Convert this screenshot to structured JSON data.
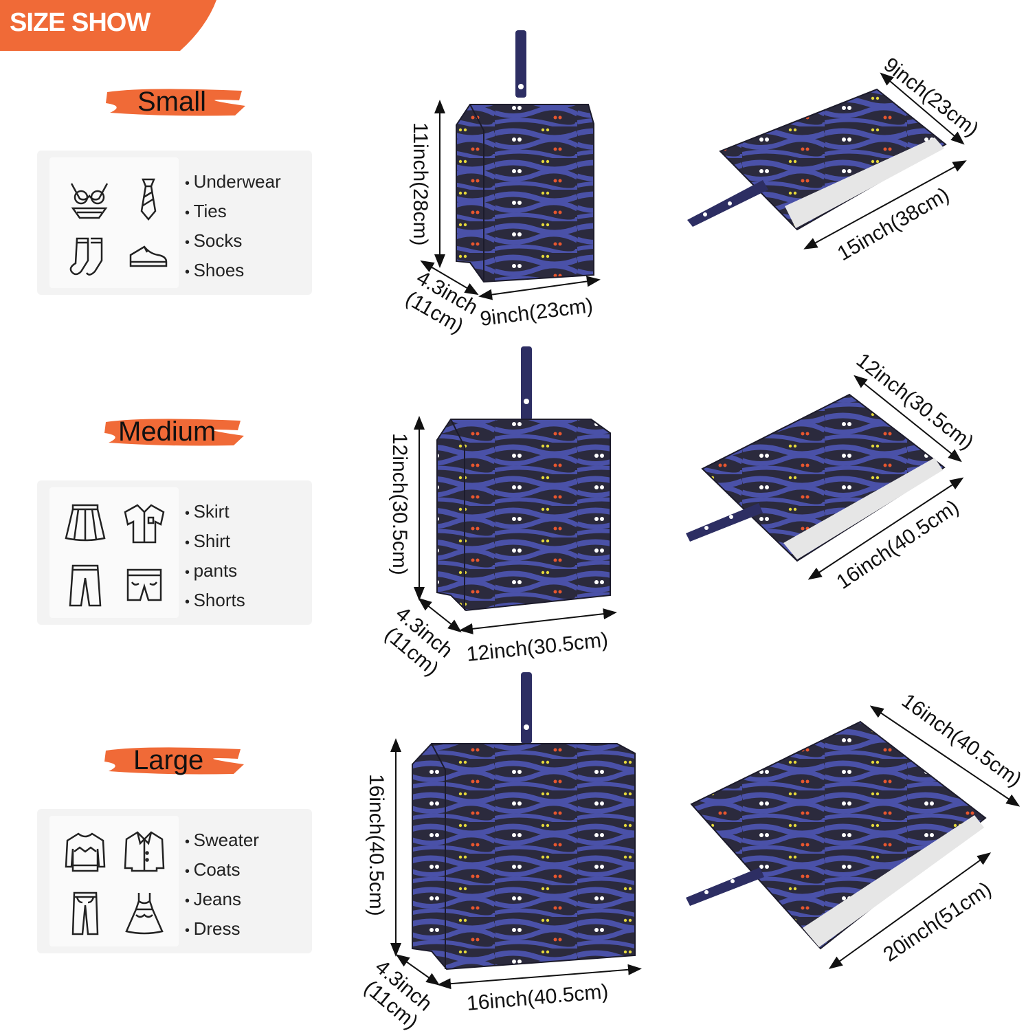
{
  "header": {
    "title": "SIZE SHOW"
  },
  "colors": {
    "accent": "#f06a37",
    "bag": "#2d2e63",
    "stripe": "#4950a6"
  },
  "sizes": [
    {
      "name": "Small",
      "items": [
        "Underwear",
        "Ties",
        "Socks",
        "Shoes"
      ],
      "icons": [
        "underwear-icon",
        "tie-icon",
        "socks-icon",
        "shoes-icon"
      ],
      "bag": {
        "height": "11inch(28cm)",
        "depth_1": "4.3inch",
        "depth_2": "(11cm)",
        "width": "9inch(23cm)"
      },
      "flat": {
        "top": "9inch(23cm)",
        "bottom": "15inch(38cm)"
      }
    },
    {
      "name": "Medium",
      "items": [
        "Skirt",
        "Shirt",
        "pants",
        "Shorts"
      ],
      "icons": [
        "skirt-icon",
        "shirt-icon",
        "pants-icon",
        "shorts-icon"
      ],
      "bag": {
        "height": "12inch(30.5cm)",
        "depth_1": "4.3inch",
        "depth_2": "(11cm)",
        "width": "12inch(30.5cm)"
      },
      "flat": {
        "top": "12inch(30.5cm)",
        "bottom": "16inch(40.5cm)"
      }
    },
    {
      "name": "Large",
      "items": [
        "Sweater",
        "Coats",
        "Jeans",
        "Dress"
      ],
      "icons": [
        "sweater-icon",
        "coat-icon",
        "jeans-icon",
        "dress-icon"
      ],
      "bag": {
        "height": "16inch(40.5cm)",
        "depth_1": "4.3inch",
        "depth_2": "(11cm)",
        "width": "16inch(40.5cm)"
      },
      "flat": {
        "top": "16inch(40.5cm)",
        "bottom": "20inch(51cm)"
      }
    }
  ]
}
